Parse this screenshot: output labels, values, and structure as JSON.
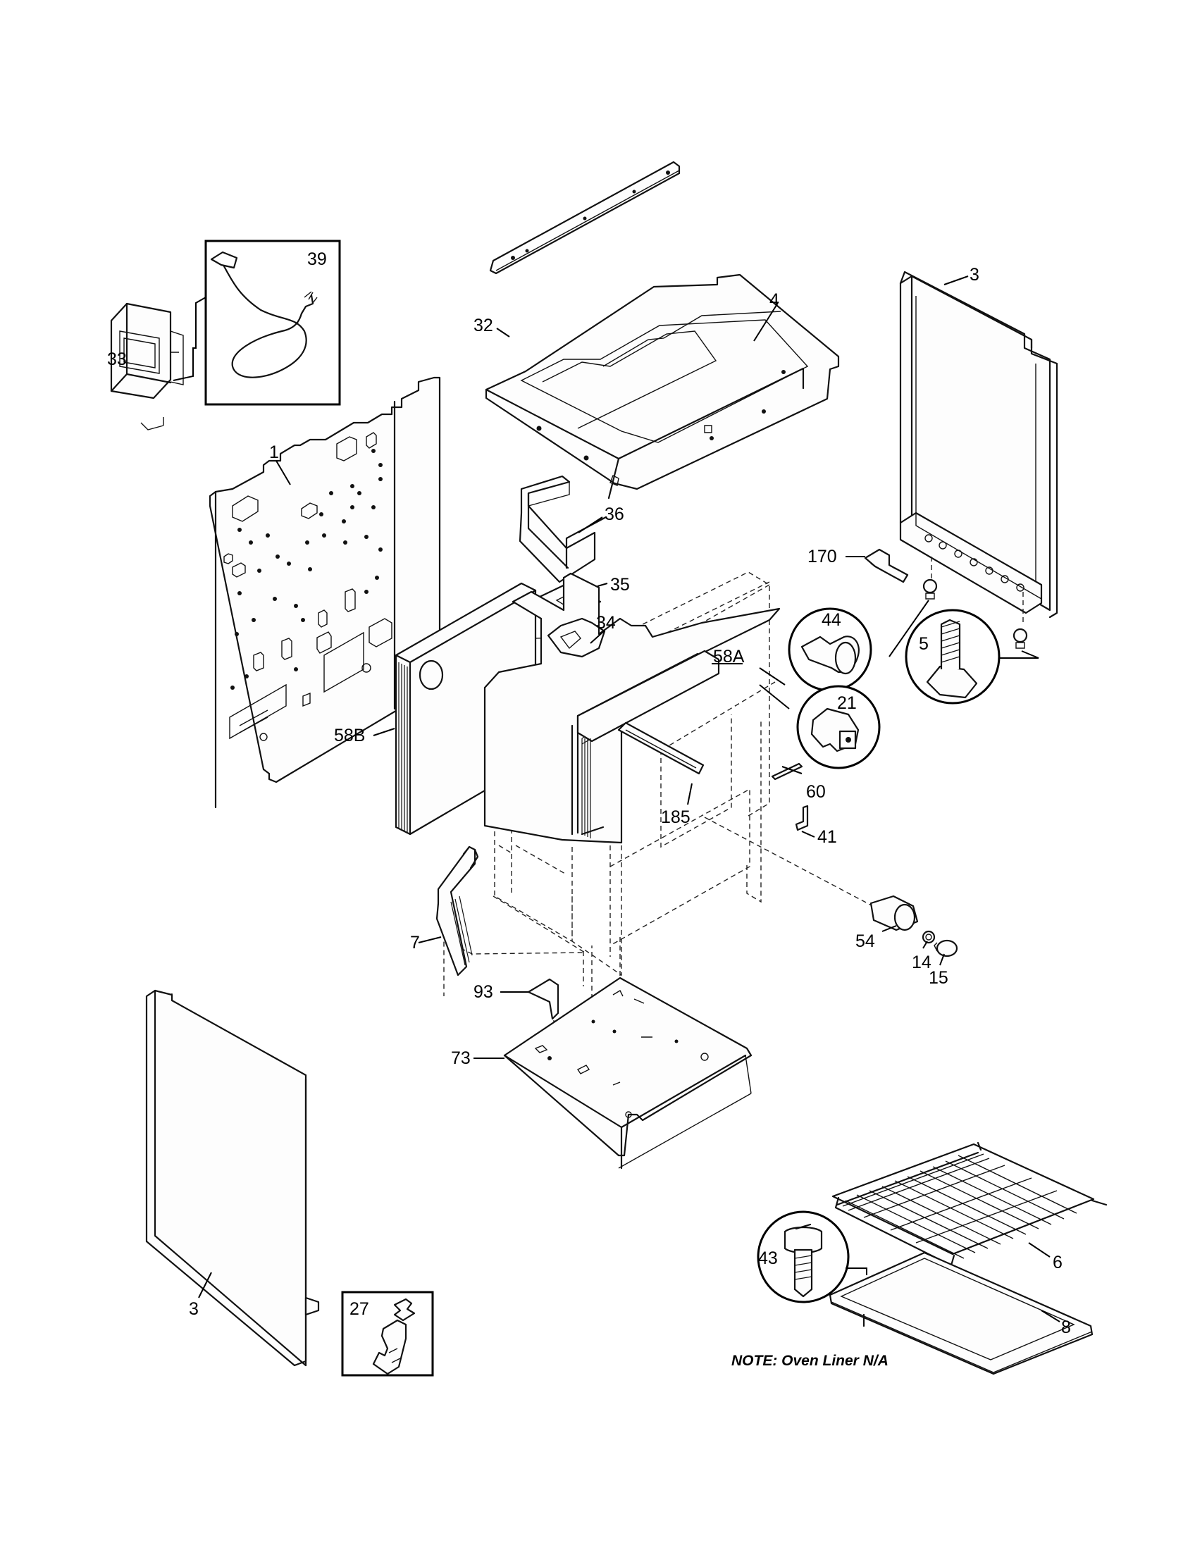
{
  "callouts": {
    "c39": "39",
    "c33": "33",
    "c32": "32",
    "c4": "4",
    "c3_top": "3",
    "c1": "1",
    "c36": "36",
    "c35": "35",
    "c170": "170",
    "c34": "34",
    "c44": "44",
    "c5": "5",
    "c58A": "58A",
    "c21": "21",
    "c58B": "58B",
    "c60": "60",
    "c185": "185",
    "c41": "41",
    "c7": "7",
    "c54": "54",
    "c14": "14",
    "c15": "15",
    "c93": "93",
    "c73": "73",
    "c6": "6",
    "c43": "43",
    "c3_bottom": "3",
    "c27": "27",
    "c8": "8"
  },
  "note": "NOTE: Oven Liner N/A"
}
